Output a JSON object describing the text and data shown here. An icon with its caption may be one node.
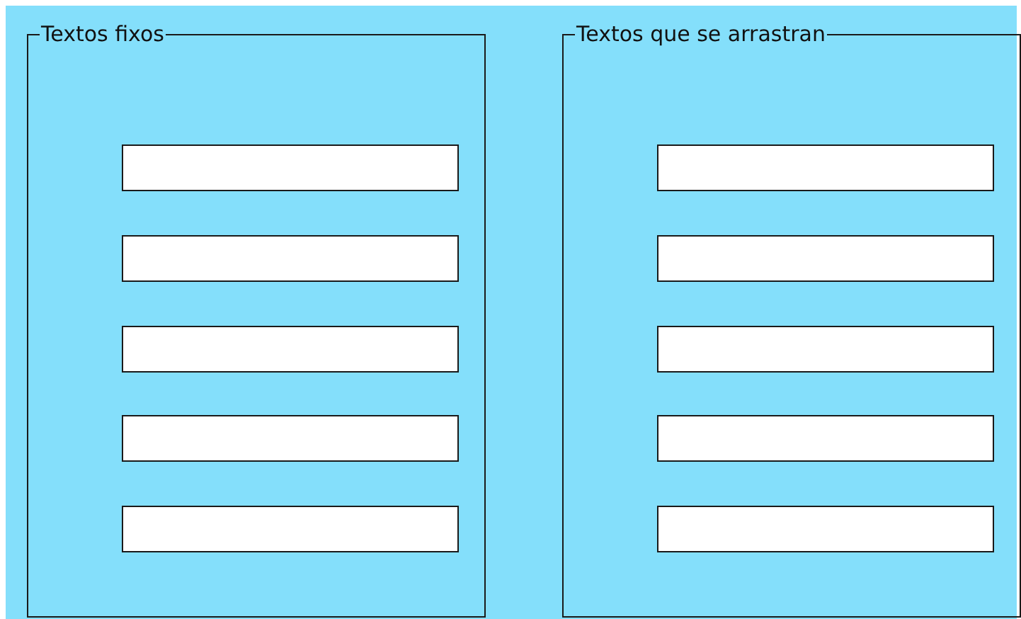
{
  "diagram": {
    "nodes": [
      {
        "text": [
          "Textos fixos"
        ]
      },
      {
        "text": [],
        "shape": "box",
        "in": 0
      },
      {
        "text": [],
        "shape": "box",
        "in": 0
      },
      {
        "text": [],
        "shape": "box",
        "in": 0
      },
      {
        "text": [],
        "shape": "box",
        "in": 0
      },
      {
        "text": [],
        "shape": "box",
        "in": 0
      },
      {
        "text": [
          "Textos que se arrastran"
        ]
      },
      {
        "text": [],
        "shape": "box",
        "in": 6
      },
      {
        "text": [],
        "shape": "box",
        "in": 6
      },
      {
        "text": [],
        "shape": "box",
        "in": 6
      },
      {
        "text": [],
        "shape": "box",
        "in": 6
      },
      {
        "text": [],
        "shape": "box",
        "in": 6
      }
    ]
  }
}
